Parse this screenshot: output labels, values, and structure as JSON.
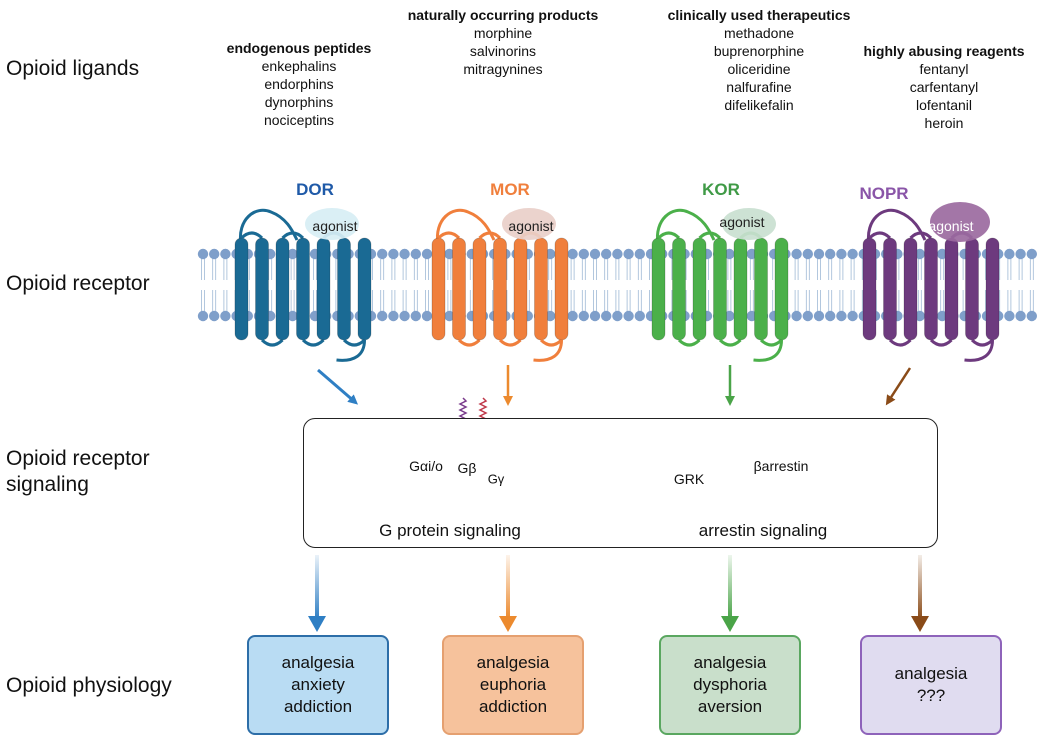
{
  "row_labels": {
    "ligands": "Opioid ligands",
    "receptor": "Opioid receptor",
    "signaling_line1": "Opioid receptor",
    "signaling_line2": "signaling",
    "physiology": "Opioid physiology"
  },
  "ligand_groups": [
    {
      "heading": "endogenous peptides",
      "items": [
        "enkephalins",
        "endorphins",
        "dynorphins",
        "nociceptins"
      ]
    },
    {
      "heading": "naturally occurring products",
      "items": [
        "morphine",
        "salvinorins",
        "mitragynines"
      ]
    },
    {
      "heading": "clinically used therapeutics",
      "items": [
        "methadone",
        "buprenorphine",
        "oliceridine",
        "nalfurafine",
        "difelikefalin"
      ]
    },
    {
      "heading": "highly abusing reagents",
      "items": [
        "fentanyl",
        "carfentanyl",
        "lofentanil",
        "heroin"
      ]
    }
  ],
  "receptors": [
    {
      "name": "DOR",
      "agonist": "agonist",
      "color": "#1a6a94",
      "name_color": "#1f5aa8",
      "agonist_color": "#d7eef4"
    },
    {
      "name": "MOR",
      "agonist": "agonist",
      "color": "#f07f3c",
      "name_color": "#f07f3c",
      "agonist_color": "#e9cfc9"
    },
    {
      "name": "KOR",
      "agonist": "agonist",
      "color": "#4bb04a",
      "name_color": "#3f9a46",
      "agonist_color": "#c9dfd0"
    },
    {
      "name": "NOPR",
      "agonist": "agonist",
      "color": "#6d3a7e",
      "name_color": "#8a55a8",
      "agonist_color": "#9b6a9f"
    }
  ],
  "signaling": {
    "g_protein_caption": "G protein signaling",
    "arrestin_caption": "arrestin signaling",
    "galpha": "Gαi/o",
    "gbeta": "Gβ",
    "ggamma": "Gγ",
    "grk": "GRK",
    "barrestin": "βarrestin"
  },
  "physiology": [
    {
      "lines": [
        "analgesia",
        "anxiety",
        "addiction"
      ],
      "fill": "#b9dcf3",
      "border": "#2d6ea8",
      "arrow": "#2f7fc4"
    },
    {
      "lines": [
        "analgesia",
        "euphoria",
        "addiction"
      ],
      "fill": "#f6c29c",
      "border": "#e5a070",
      "arrow": "#ec8a2e"
    },
    {
      "lines": [
        "analgesia",
        "dysphoria",
        "aversion"
      ],
      "fill": "#c9dfcb",
      "border": "#5aa760",
      "arrow": "#4aa448"
    },
    {
      "lines": [
        "analgesia",
        "???"
      ],
      "fill": "#e0dcf0",
      "border": "#8e63ba",
      "arrow": "#8a4b18"
    }
  ]
}
